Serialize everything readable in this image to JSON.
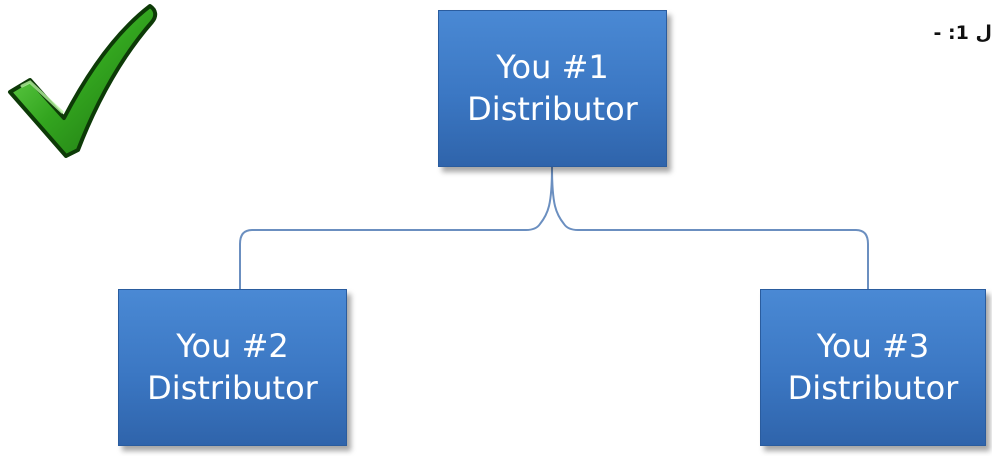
{
  "heading": "ل 1: -",
  "boxes": [
    {
      "line1": "You #1",
      "line2": "Distributor"
    },
    {
      "line1": "You #2",
      "line2": "Distributor"
    },
    {
      "line1": "You #3",
      "line2": "Distributor"
    }
  ],
  "colors": {
    "box_fill": "#3b77c3",
    "box_border": "#2a5c9e",
    "connector": "#6b8fc0",
    "check_green": "#2f9a1e"
  },
  "icons": [
    "checkmark-icon"
  ]
}
